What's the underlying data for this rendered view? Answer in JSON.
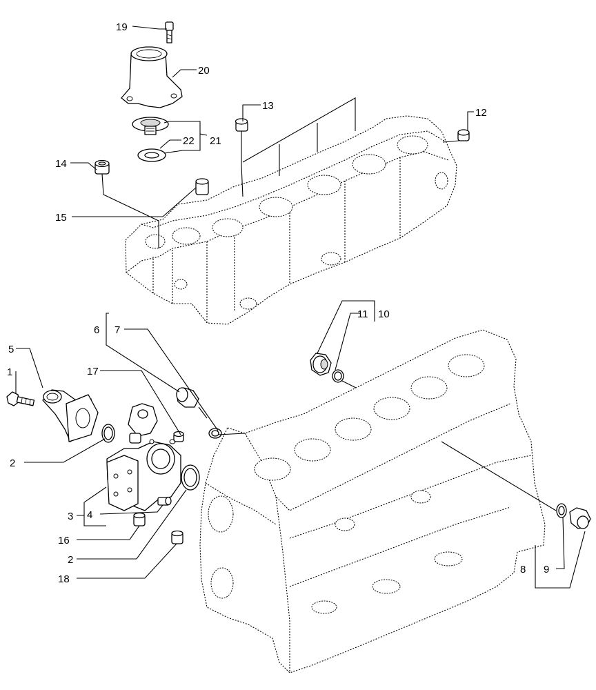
{
  "callouts": {
    "c1": "1",
    "c2a": "2",
    "c2b": "2",
    "c3": "3",
    "c4": "4",
    "c5": "5",
    "c6": "6",
    "c7": "7",
    "c8": "8",
    "c9": "9",
    "c10": "10",
    "c11": "11",
    "c12": "12",
    "c13": "13",
    "c14": "14",
    "c15": "15",
    "c16": "16",
    "c17": "17",
    "c18": "18",
    "c19": "19",
    "c20": "20",
    "c21": "21",
    "c22": "22"
  },
  "colors": {
    "line": "#000000",
    "background": "#ffffff"
  }
}
